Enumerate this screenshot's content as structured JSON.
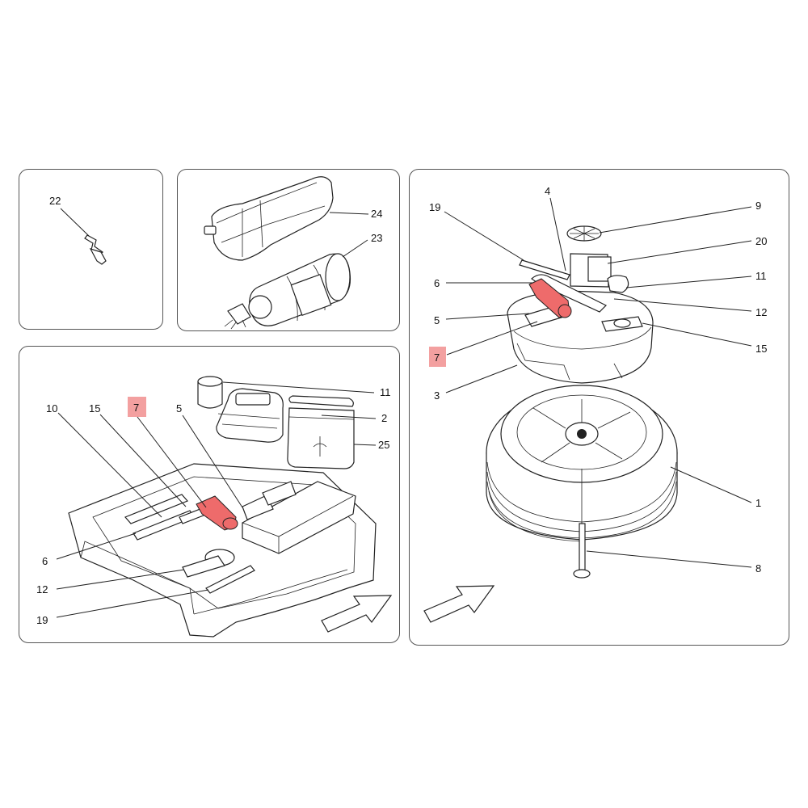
{
  "colors": {
    "highlight": "#f3a0a0",
    "highlight_part": "#ee6b6b",
    "line": "#222222",
    "panel_border": "#555555"
  },
  "panels": {
    "crank": {
      "labels": {
        "p22": "22"
      }
    },
    "bag_compressor": {
      "labels": {
        "p24": "24",
        "p23": "23"
      }
    },
    "tool_tray": {
      "labels": {
        "p10": "10",
        "p15": "15",
        "p7": "7",
        "p5": "5",
        "p11": "11",
        "p2": "2",
        "p25": "25",
        "p6": "6",
        "p12": "12",
        "p19": "19"
      },
      "highlighted": "7",
      "arrow_icon": "direction-arrow-icon"
    },
    "spare_wheel": {
      "labels": {
        "p19": "19",
        "p4": "4",
        "p9": "9",
        "p20": "20",
        "p6": "6",
        "p11": "11",
        "p5": "5",
        "p12": "12",
        "p15": "15",
        "p7": "7",
        "p3": "3",
        "p1": "1",
        "p8": "8"
      },
      "highlighted": "7",
      "arrow_icon": "direction-arrow-icon"
    }
  }
}
